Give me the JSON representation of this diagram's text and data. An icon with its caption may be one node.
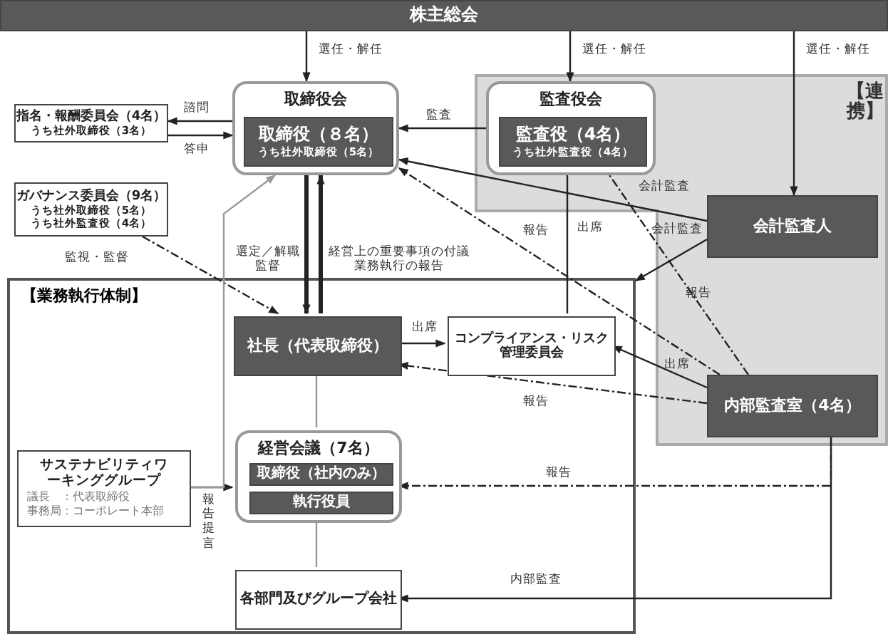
{
  "diagram": {
    "nodes": [
      {
        "text": [
          "株主総会"
        ]
      },
      {
        "text": [
          "取締役会"
        ]
      },
      {
        "text": [
          "取締役（８名）",
          "うち社外取締役（5名）"
        ],
        "in": 1
      },
      {
        "text": [
          "【連携】"
        ]
      },
      {
        "text": [
          "監査役会"
        ],
        "in": 3
      },
      {
        "text": [
          "監査役（4名）",
          "うち社外監査役（4名）"
        ],
        "in": 4
      },
      {
        "text": [
          "会計監査人"
        ],
        "in": 3
      },
      {
        "text": [
          "指名・報酬委員会（4名）",
          "うち社外取締役（3名）"
        ]
      },
      {
        "text": [
          "ガバナンス委員会（9名）",
          "うち社外取締役（5名）",
          "うち社外監査役（4名）"
        ]
      },
      {
        "text": [
          "【業務執行体制】"
        ]
      },
      {
        "text": [
          "社長（代表取締役）"
        ],
        "in": 9
      },
      {
        "text": [
          "コンプライアンス・リスク管理委員会"
        ],
        "in": 9
      },
      {
        "text": [
          "内部監査室（4名）"
        ],
        "in": 3
      },
      {
        "text": [
          "経営会議（7名）"
        ],
        "in": 9
      },
      {
        "text": [
          "取締役（社内のみ）"
        ],
        "in": 13
      },
      {
        "text": [
          "執行役員"
        ],
        "in": 13
      },
      {
        "text": [
          "サステナビリティワーキンググループ",
          "議長　：代表取締役",
          "事務局：コーポレート本部"
        ],
        "in": 9
      },
      {
        "text": [
          "各部門及びグループ会社"
        ],
        "in": 9
      }
    ],
    "edges": [
      {
        "from": 0,
        "to": 1,
        "arrow": "to",
        "label": "選任・解任"
      },
      {
        "from": 0,
        "to": 4,
        "arrow": "to",
        "label": "選任・解任"
      },
      {
        "from": 0,
        "to": 6,
        "arrow": "to",
        "label": "選任・解任"
      },
      {
        "from": 1,
        "to": 7,
        "arrow": "to",
        "label": "諮問"
      },
      {
        "from": 7,
        "to": 1,
        "arrow": "to",
        "label": "答申"
      },
      {
        "from": 4,
        "to": 1,
        "arrow": "to",
        "label": "監査"
      },
      {
        "from": 6,
        "to": 1,
        "arrow": "to",
        "label": "会計監査"
      },
      {
        "from": 12,
        "to": 1,
        "arrow": "to",
        "label": "報告",
        "style": "dashed"
      },
      {
        "from": 12,
        "to": 5,
        "arrow": "to",
        "label": "報告",
        "style": "dashed"
      },
      {
        "from": 12,
        "to": 10,
        "arrow": "to",
        "label": "報告",
        "style": "dashed"
      },
      {
        "from": 12,
        "to": 13,
        "arrow": "to",
        "label": "報告",
        "style": "dashed"
      },
      {
        "from": 12,
        "to": 11,
        "arrow": "to",
        "label": "出席"
      },
      {
        "from": 12,
        "to": 17,
        "arrow": "to",
        "label": "内部監査"
      },
      {
        "from": 4,
        "to": 11,
        "arrow": "none",
        "label": "出席"
      },
      {
        "from": 10,
        "to": 11,
        "arrow": "to",
        "label": "出席"
      },
      {
        "from": 1,
        "to": 10,
        "arrow": "to",
        "label": "選定／解職監督",
        "style": "thick"
      },
      {
        "from": 10,
        "to": 1,
        "arrow": "to",
        "label": "経営上の重要事項の付議業務執行の報告",
        "style": "thick"
      },
      {
        "from": 8,
        "to": 10,
        "arrow": "to",
        "label": "監視・監督",
        "style": "dashed"
      },
      {
        "from": 16,
        "to": 13,
        "arrow": "to",
        "label": "報告提言"
      },
      {
        "from": 16,
        "to": 1,
        "arrow": "to",
        "color": "#999999"
      },
      {
        "from": 10,
        "to": 13,
        "arrow": "none",
        "color": "#999999"
      },
      {
        "from": 13,
        "to": 17,
        "arrow": "none",
        "color": "#999999"
      },
      {
        "from": 6,
        "to": 9,
        "arrow": "to",
        "label": "会計監査"
      }
    ]
  }
}
